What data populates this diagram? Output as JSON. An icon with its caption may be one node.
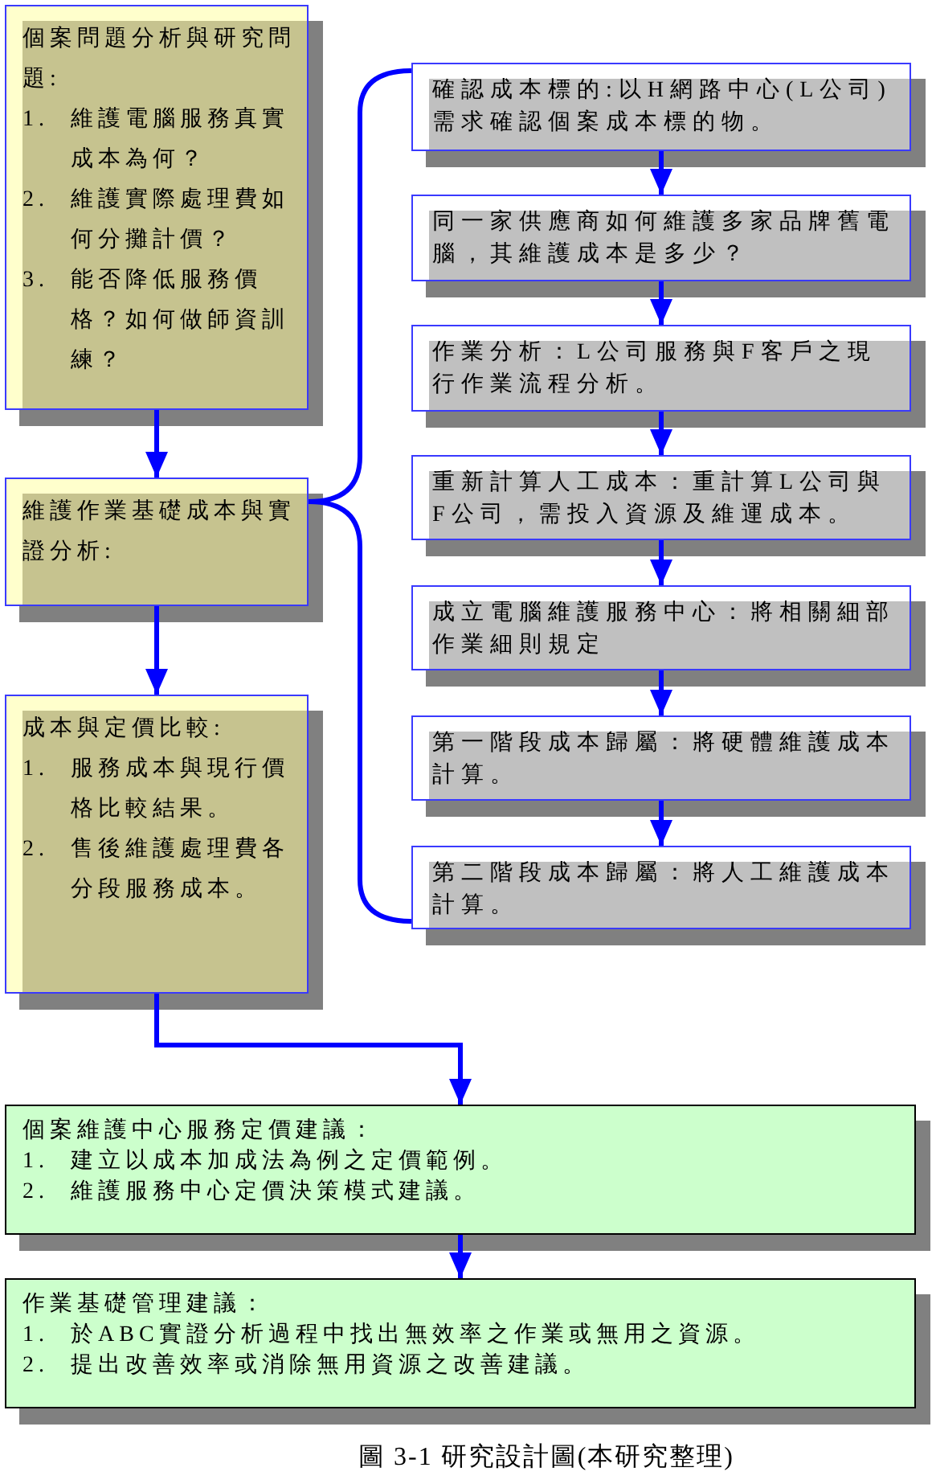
{
  "diagram": {
    "caption": "圖 3-1 研究設計圖(本研究整理)",
    "nodes": [
      {
        "text": [
          "個案問題分析與研究問題:",
          "1. 維護電腦服務真實成本為何？",
          "2. 維護實際處理費如何分攤計價？",
          "3. 能否降低服務價格？如何做師資訓練？"
        ]
      },
      {
        "text": [
          "維護作業基礎成本與實證分析:"
        ]
      },
      {
        "text": [
          "成本與定價比較:",
          "1. 服務成本與現行價格比較結果。",
          "2. 售後維護處理費各分段服務成本。"
        ]
      },
      {
        "text": [
          "確認成本標的:以H網路中心(L公司)需求確認個案成本標的物。"
        ]
      },
      {
        "text": [
          "同一家供應商如何維護多家品牌舊電腦，其維護成本是多少？"
        ]
      },
      {
        "text": [
          "作業分析：L公司服務與F客戶之現行作業流程分析。"
        ]
      },
      {
        "text": [
          "重新計算人工成本：重計算L公司與F公司，需投入資源及維運成本。"
        ]
      },
      {
        "text": [
          "成立電腦維護服務中心：將相關細部作業細則規定"
        ]
      },
      {
        "text": [
          "第一階段成本歸屬：將硬體維護成本計算。"
        ]
      },
      {
        "text": [
          "第二階段成本歸屬：將人工維護成本計算。"
        ]
      },
      {
        "text": [
          "個案維護中心服務定價建議：",
          "1. 建立以成本加成法為例之定價範例。",
          "2. 維護服務中心定價決策模式建議。"
        ]
      },
      {
        "text": [
          "作業基礎管理建議：",
          "1. 於ABC實證分析過程中找出無效率之作業或無用之資源。",
          "2. 提出改善效率或消除無用資源之改善建議。"
        ]
      }
    ],
    "edges": [
      {
        "from": 0,
        "to": 1,
        "arrow": "to"
      },
      {
        "from": 1,
        "to": 3,
        "arrow": "none"
      },
      {
        "from": 1,
        "to": 9,
        "arrow": "none"
      },
      {
        "from": 1,
        "to": 2,
        "arrow": "to"
      },
      {
        "from": 3,
        "to": 4,
        "arrow": "to"
      },
      {
        "from": 4,
        "to": 5,
        "arrow": "to"
      },
      {
        "from": 5,
        "to": 6,
        "arrow": "to"
      },
      {
        "from": 6,
        "to": 7,
        "arrow": "to"
      },
      {
        "from": 7,
        "to": 8,
        "arrow": "to"
      },
      {
        "from": 8,
        "to": 9,
        "arrow": "to"
      },
      {
        "from": 2,
        "to": 10,
        "arrow": "to"
      },
      {
        "from": 10,
        "to": 11,
        "arrow": "to"
      }
    ]
  }
}
